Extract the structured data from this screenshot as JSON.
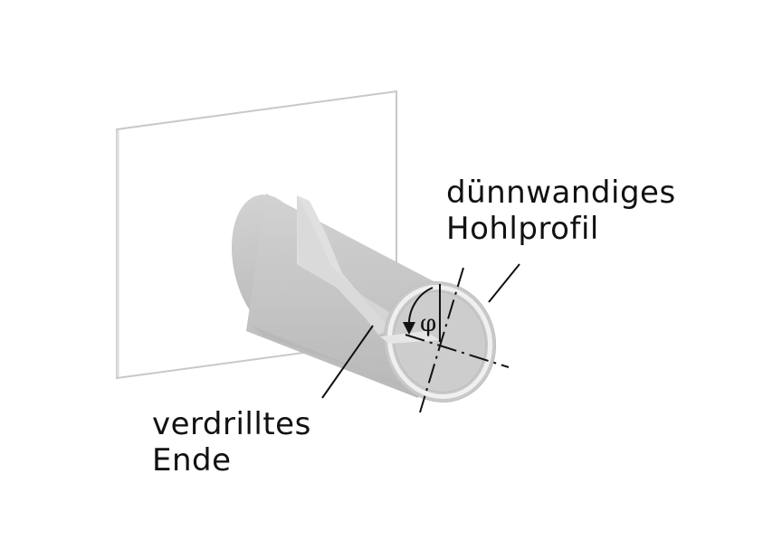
{
  "labels": {
    "profile_line1": "dünnwandiges",
    "profile_line2": "Hohlprofil",
    "end_line1": "verdrilltes",
    "end_line2": "Ende",
    "angle_symbol": "φ"
  },
  "colors": {
    "tube_body": "#c8c8c8",
    "tube_shadow": "#b4b4b4",
    "end_face": "#c9c9c9",
    "wall_outline": "#e2e2e2",
    "twist_surface": "#dedede",
    "line": "#111111"
  }
}
